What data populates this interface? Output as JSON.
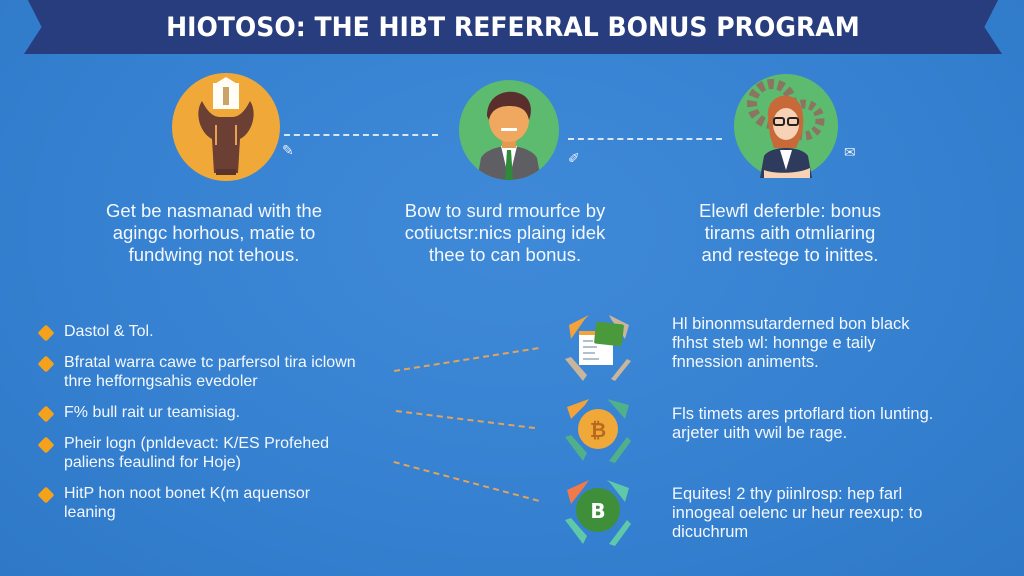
{
  "header": {
    "title": "HIOTOSO: THE HIBT REFERRAL BONUS PROGRAM"
  },
  "colors": {
    "background": "#3580d0",
    "banner": "#283d7e",
    "orange_accent": "#f4a21c",
    "green_circle": "#5cbb6e",
    "gold_circle": "#f0a838",
    "dashed_line": "#e0a45c"
  },
  "steps": [
    {
      "icon": "bull-head-gift-icon",
      "caption_lines": [
        "Get be nasmanad with the",
        "agingc horhous, matie to",
        "fundwing not tehous."
      ]
    },
    {
      "icon": "businessman-avatar-icon",
      "caption_lines": [
        "Bow to surd rmourfce by",
        "cotiuctsr:nics plaing idek",
        "thee to can bonus."
      ]
    },
    {
      "icon": "woman-gears-avatar-icon",
      "caption_lines": [
        "Elewfl deferble: bonus",
        "tirams aith otmliaring",
        "and restege to inittes."
      ]
    }
  ],
  "bullets": [
    {
      "lines": [
        "Dastol & Tol."
      ]
    },
    {
      "lines": [
        "Bfratal warra cawe tc parfersol tira iclown",
        "thre hefforngsahis evedoler"
      ]
    },
    {
      "lines": [
        "F% bull rait ur teamisiag."
      ]
    },
    {
      "lines": [
        "Pheir logn (pnldevact: K/ES Profehed",
        "paliens feaulind for Hoje)"
      ]
    },
    {
      "lines": [
        "HitP hon noot bonet K(m aquensor",
        "leaning"
      ]
    }
  ],
  "features": [
    {
      "icon": "document-wallet-icon",
      "lines": [
        "Hl binonmsutarderned bon black",
        "fhhst steb wl: honnge e taily",
        "fnnession animents."
      ]
    },
    {
      "icon": "coin-icon",
      "lines": [
        "Fls timets ares prtoflard tion lunting.",
        "arjeter uith vwil be rage."
      ]
    },
    {
      "icon": "green-b-badge-icon",
      "lines": [
        "Equites! 2 thy piinlrosp: hep farl",
        "innogeal oelenc ur heur reexup: to",
        "dicuchrum"
      ]
    }
  ]
}
